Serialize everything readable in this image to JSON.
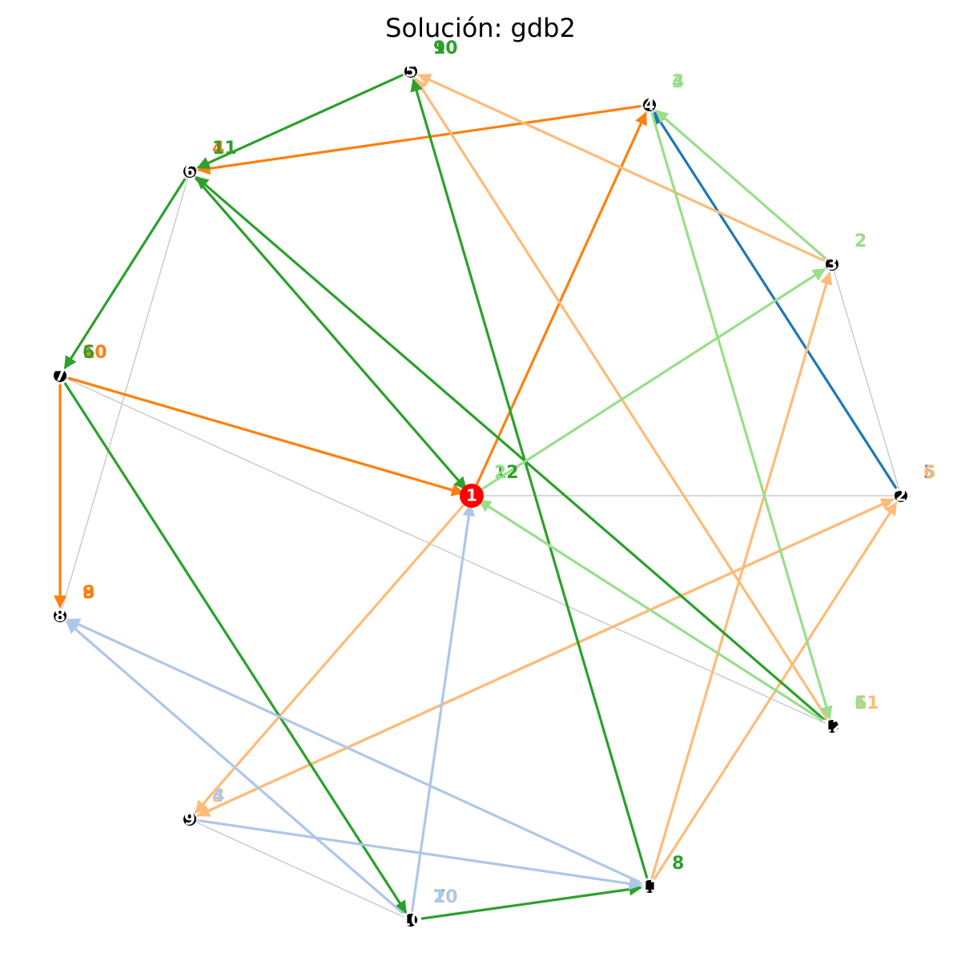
{
  "title": "Solución: gdb2",
  "colors": {
    "edge_base": "#cccccc",
    "node_fill": "#000000",
    "node_text": "#ffffff",
    "depot_fill": "#ff0000",
    "depot_text": "#ffffff"
  },
  "graph": {
    "depot": "1",
    "nodes": [
      "1",
      "2",
      "3",
      "4",
      "5",
      "6",
      "7",
      "8",
      "9",
      "10",
      "11",
      "12"
    ],
    "base_edges": [
      [
        "1",
        "2"
      ],
      [
        "2",
        "3"
      ],
      [
        "6",
        "8"
      ],
      [
        "7",
        "12"
      ],
      [
        "9",
        "10"
      ],
      [
        "1",
        "4"
      ],
      [
        "2",
        "4"
      ],
      [
        "3",
        "4"
      ],
      [
        "4",
        "12"
      ],
      [
        "4",
        "6"
      ],
      [
        "3",
        "5"
      ],
      [
        "5",
        "12"
      ],
      [
        "1",
        "3"
      ],
      [
        "1",
        "12"
      ],
      [
        "1",
        "6"
      ],
      [
        "5",
        "6"
      ],
      [
        "6",
        "7"
      ],
      [
        "1",
        "7"
      ],
      [
        "7",
        "8"
      ],
      [
        "7",
        "10"
      ],
      [
        "10",
        "11"
      ],
      [
        "5",
        "11"
      ],
      [
        "6",
        "12"
      ],
      [
        "3",
        "11"
      ],
      [
        "2",
        "11"
      ],
      [
        "2",
        "9"
      ],
      [
        "1",
        "9"
      ],
      [
        "9",
        "11"
      ],
      [
        "8",
        "11"
      ],
      [
        "8",
        "10"
      ],
      [
        "1",
        "10"
      ]
    ]
  },
  "routes": [
    {
      "color": "#1f77b4",
      "arcs": [
        [
          "2",
          "4"
        ]
      ],
      "order_labels": [
        {
          "node": "2",
          "text": "5"
        },
        {
          "node": "9",
          "text": "4"
        }
      ]
    },
    {
      "color": "#ff7f0e",
      "arcs": [
        [
          "1",
          "4"
        ],
        [
          "4",
          "6"
        ],
        [
          "7",
          "1"
        ],
        [
          "7",
          "8"
        ]
      ],
      "order_labels": [
        {
          "node": "6",
          "text": "4"
        },
        {
          "node": "7",
          "text": "10"
        },
        {
          "node": "8",
          "text": "9"
        },
        {
          "node": "8",
          "text": "8"
        }
      ]
    },
    {
      "color": "#ffbb78",
      "arcs": [
        [
          "3",
          "5"
        ],
        [
          "12",
          "5"
        ],
        [
          "1",
          "9"
        ],
        [
          "9",
          "2"
        ],
        [
          "2",
          "9"
        ],
        [
          "11",
          "3"
        ],
        [
          "11",
          "2"
        ]
      ],
      "order_labels": [
        {
          "node": "12",
          "text": "11"
        },
        {
          "node": "3",
          "text": "2"
        },
        {
          "node": "2",
          "text": "6"
        },
        {
          "node": "9",
          "text": "3"
        }
      ]
    },
    {
      "color": "#2ca02c",
      "arcs": [
        [
          "5",
          "6"
        ],
        [
          "6",
          "7"
        ],
        [
          "6",
          "1"
        ],
        [
          "12",
          "6"
        ],
        [
          "11",
          "5"
        ],
        [
          "7",
          "10"
        ],
        [
          "10",
          "11"
        ]
      ],
      "order_labels": [
        {
          "node": "5",
          "text": "10"
        },
        {
          "node": "5",
          "text": "9"
        },
        {
          "node": "6",
          "text": "11"
        },
        {
          "node": "7",
          "text": "6"
        },
        {
          "node": "11",
          "text": "8"
        },
        {
          "node": "10",
          "text": "7"
        },
        {
          "node": "1",
          "text": "12"
        }
      ]
    },
    {
      "color": "#98df8a",
      "arcs": [
        [
          "1",
          "3"
        ],
        [
          "3",
          "4"
        ],
        [
          "4",
          "12"
        ],
        [
          "12",
          "1"
        ]
      ],
      "order_labels": [
        {
          "node": "4",
          "text": "3"
        },
        {
          "node": "4",
          "text": "4"
        },
        {
          "node": "3",
          "text": "2"
        },
        {
          "node": "12",
          "text": "6"
        },
        {
          "node": "12",
          "text": "5"
        },
        {
          "node": "1",
          "text": "2"
        }
      ]
    },
    {
      "color": "#aec7e8",
      "arcs": [
        [
          "10",
          "1"
        ],
        [
          "10",
          "8"
        ],
        [
          "11",
          "8"
        ],
        [
          "9",
          "11"
        ]
      ],
      "order_labels": [
        {
          "node": "10",
          "text": "10"
        },
        {
          "node": "10",
          "text": "2"
        },
        {
          "node": "9",
          "text": "4"
        }
      ]
    }
  ]
}
